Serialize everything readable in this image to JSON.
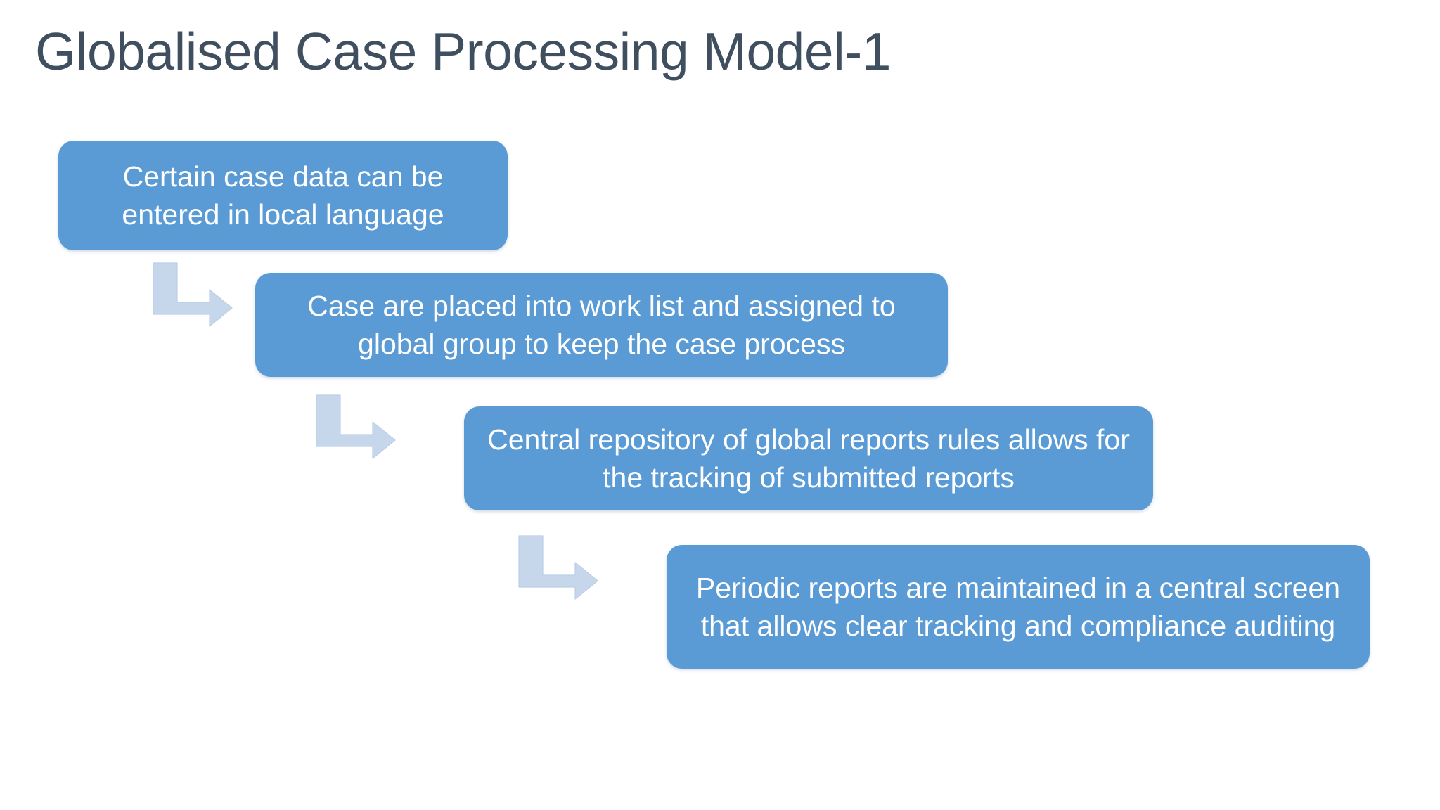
{
  "slide": {
    "title": "Globalised Case Processing Model-1",
    "background_color": "#FFFFFF",
    "title_color": "#3F4F60"
  },
  "theme": {
    "box_fill": "#5B9BD5",
    "box_text_color": "#FFFFFF",
    "arrow_fill": "#C6D7EC",
    "arrow_stroke": "#B6CAE3"
  },
  "process": {
    "steps": [
      {
        "index": 1,
        "text": "Certain case data can be entered in local language",
        "name": "process-box-local-language"
      },
      {
        "index": 2,
        "text": "Case are placed into work list and assigned to global group to keep the case process",
        "name": "process-box-work-list"
      },
      {
        "index": 3,
        "text": "Central repository of global reports rules allows for the tracking of submitted reports",
        "name": "process-box-central-repository"
      },
      {
        "index": 4,
        "text": "Periodic reports are maintained in a central screen that allows clear tracking and compliance auditing",
        "name": "process-box-periodic-reports"
      }
    ],
    "connectors": [
      {
        "index": 1,
        "from_step": 1,
        "to_step": 2,
        "icon": "bent-arrow-down-right-icon"
      },
      {
        "index": 2,
        "from_step": 2,
        "to_step": 3,
        "icon": "bent-arrow-down-right-icon"
      },
      {
        "index": 3,
        "from_step": 3,
        "to_step": 4,
        "icon": "bent-arrow-down-right-icon"
      }
    ]
  }
}
